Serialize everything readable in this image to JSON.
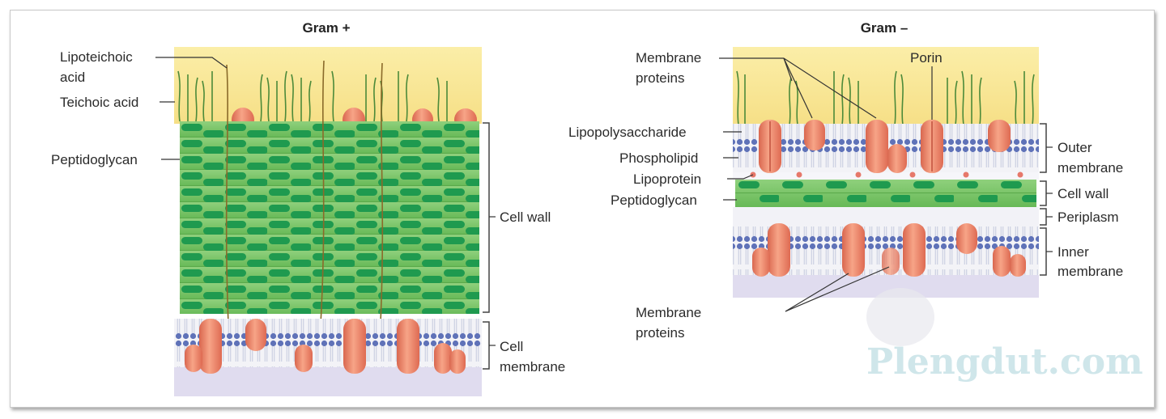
{
  "diagram": {
    "gram_positive": {
      "title": "Gram +",
      "labels": {
        "lipoteichoic_1": "Lipoteichoic",
        "lipoteichoic_2": "acid",
        "teichoic": "Teichoic acid",
        "peptidoglycan": "Peptidoglycan",
        "cell_wall": "Cell wall",
        "cell_membrane_1": "Cell",
        "cell_membrane_2": "membrane"
      }
    },
    "gram_negative": {
      "title": "Gram –",
      "labels": {
        "membrane_proteins_top_1": "Membrane",
        "membrane_proteins_top_2": "proteins",
        "porin": "Porin",
        "lipopolysaccharide": "Lipopolysaccharide",
        "phospholipid": "Phospholipid",
        "lipoprotein": "Lipoprotein",
        "peptidoglycan": "Peptidoglycan",
        "outer_membrane_1": "Outer",
        "outer_membrane_2": "membrane",
        "cell_wall": "Cell wall",
        "periplasm": "Periplasm",
        "inner_membrane_1": "Inner",
        "inner_membrane_2": "membrane",
        "membrane_proteins_bottom_1": "Membrane",
        "membrane_proteins_bottom_2": "proteins"
      }
    },
    "watermark": "Plengdut.com",
    "colors": {
      "extracellular": "#f9e79d",
      "peptidoglycan": "#7ac66a",
      "peptidoglycan_unit": "#1f9a4f",
      "protein": "#ef8a70",
      "lipid_head": "#5f72b8",
      "cytoplasm": "#e0dcef"
    }
  }
}
